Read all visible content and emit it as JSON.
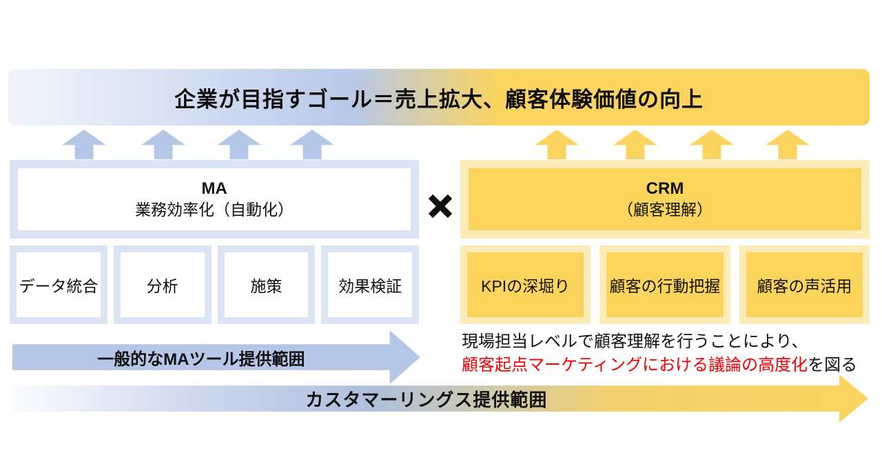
{
  "banner": {
    "title": "企業が目指すゴール＝売上拡大、顧客体験価値の向上"
  },
  "operator": {
    "multiply_symbol": "×"
  },
  "ma": {
    "title": "MA",
    "subtitle": "業務効率化（自動化）",
    "items": [
      "データ統合",
      "分析",
      "施策",
      "効果検証"
    ],
    "range_label": "一般的なMAツール提供範囲"
  },
  "crm": {
    "title": "CRM",
    "subtitle": "（顧客理解）",
    "items": [
      "KPIの深堀り",
      "顧客の行動把握",
      "顧客の声活用"
    ],
    "note_line1": "現場担当レベルで顧客理解を行うことにより、",
    "note_line2_highlight": "顧客起点マーケティングにおける議論の高度化",
    "note_line2_suffix": "を図る"
  },
  "bottom": {
    "range_label": "カスタマーリングス提供範囲"
  },
  "colors": {
    "accent_blue": "#b4c7e7",
    "frame_blue": "#dbe4f5",
    "accent_yellow": "#fbd45c",
    "frame_yellow": "#fdecb8",
    "highlight_red": "#f40000",
    "text_black": "#111111"
  }
}
